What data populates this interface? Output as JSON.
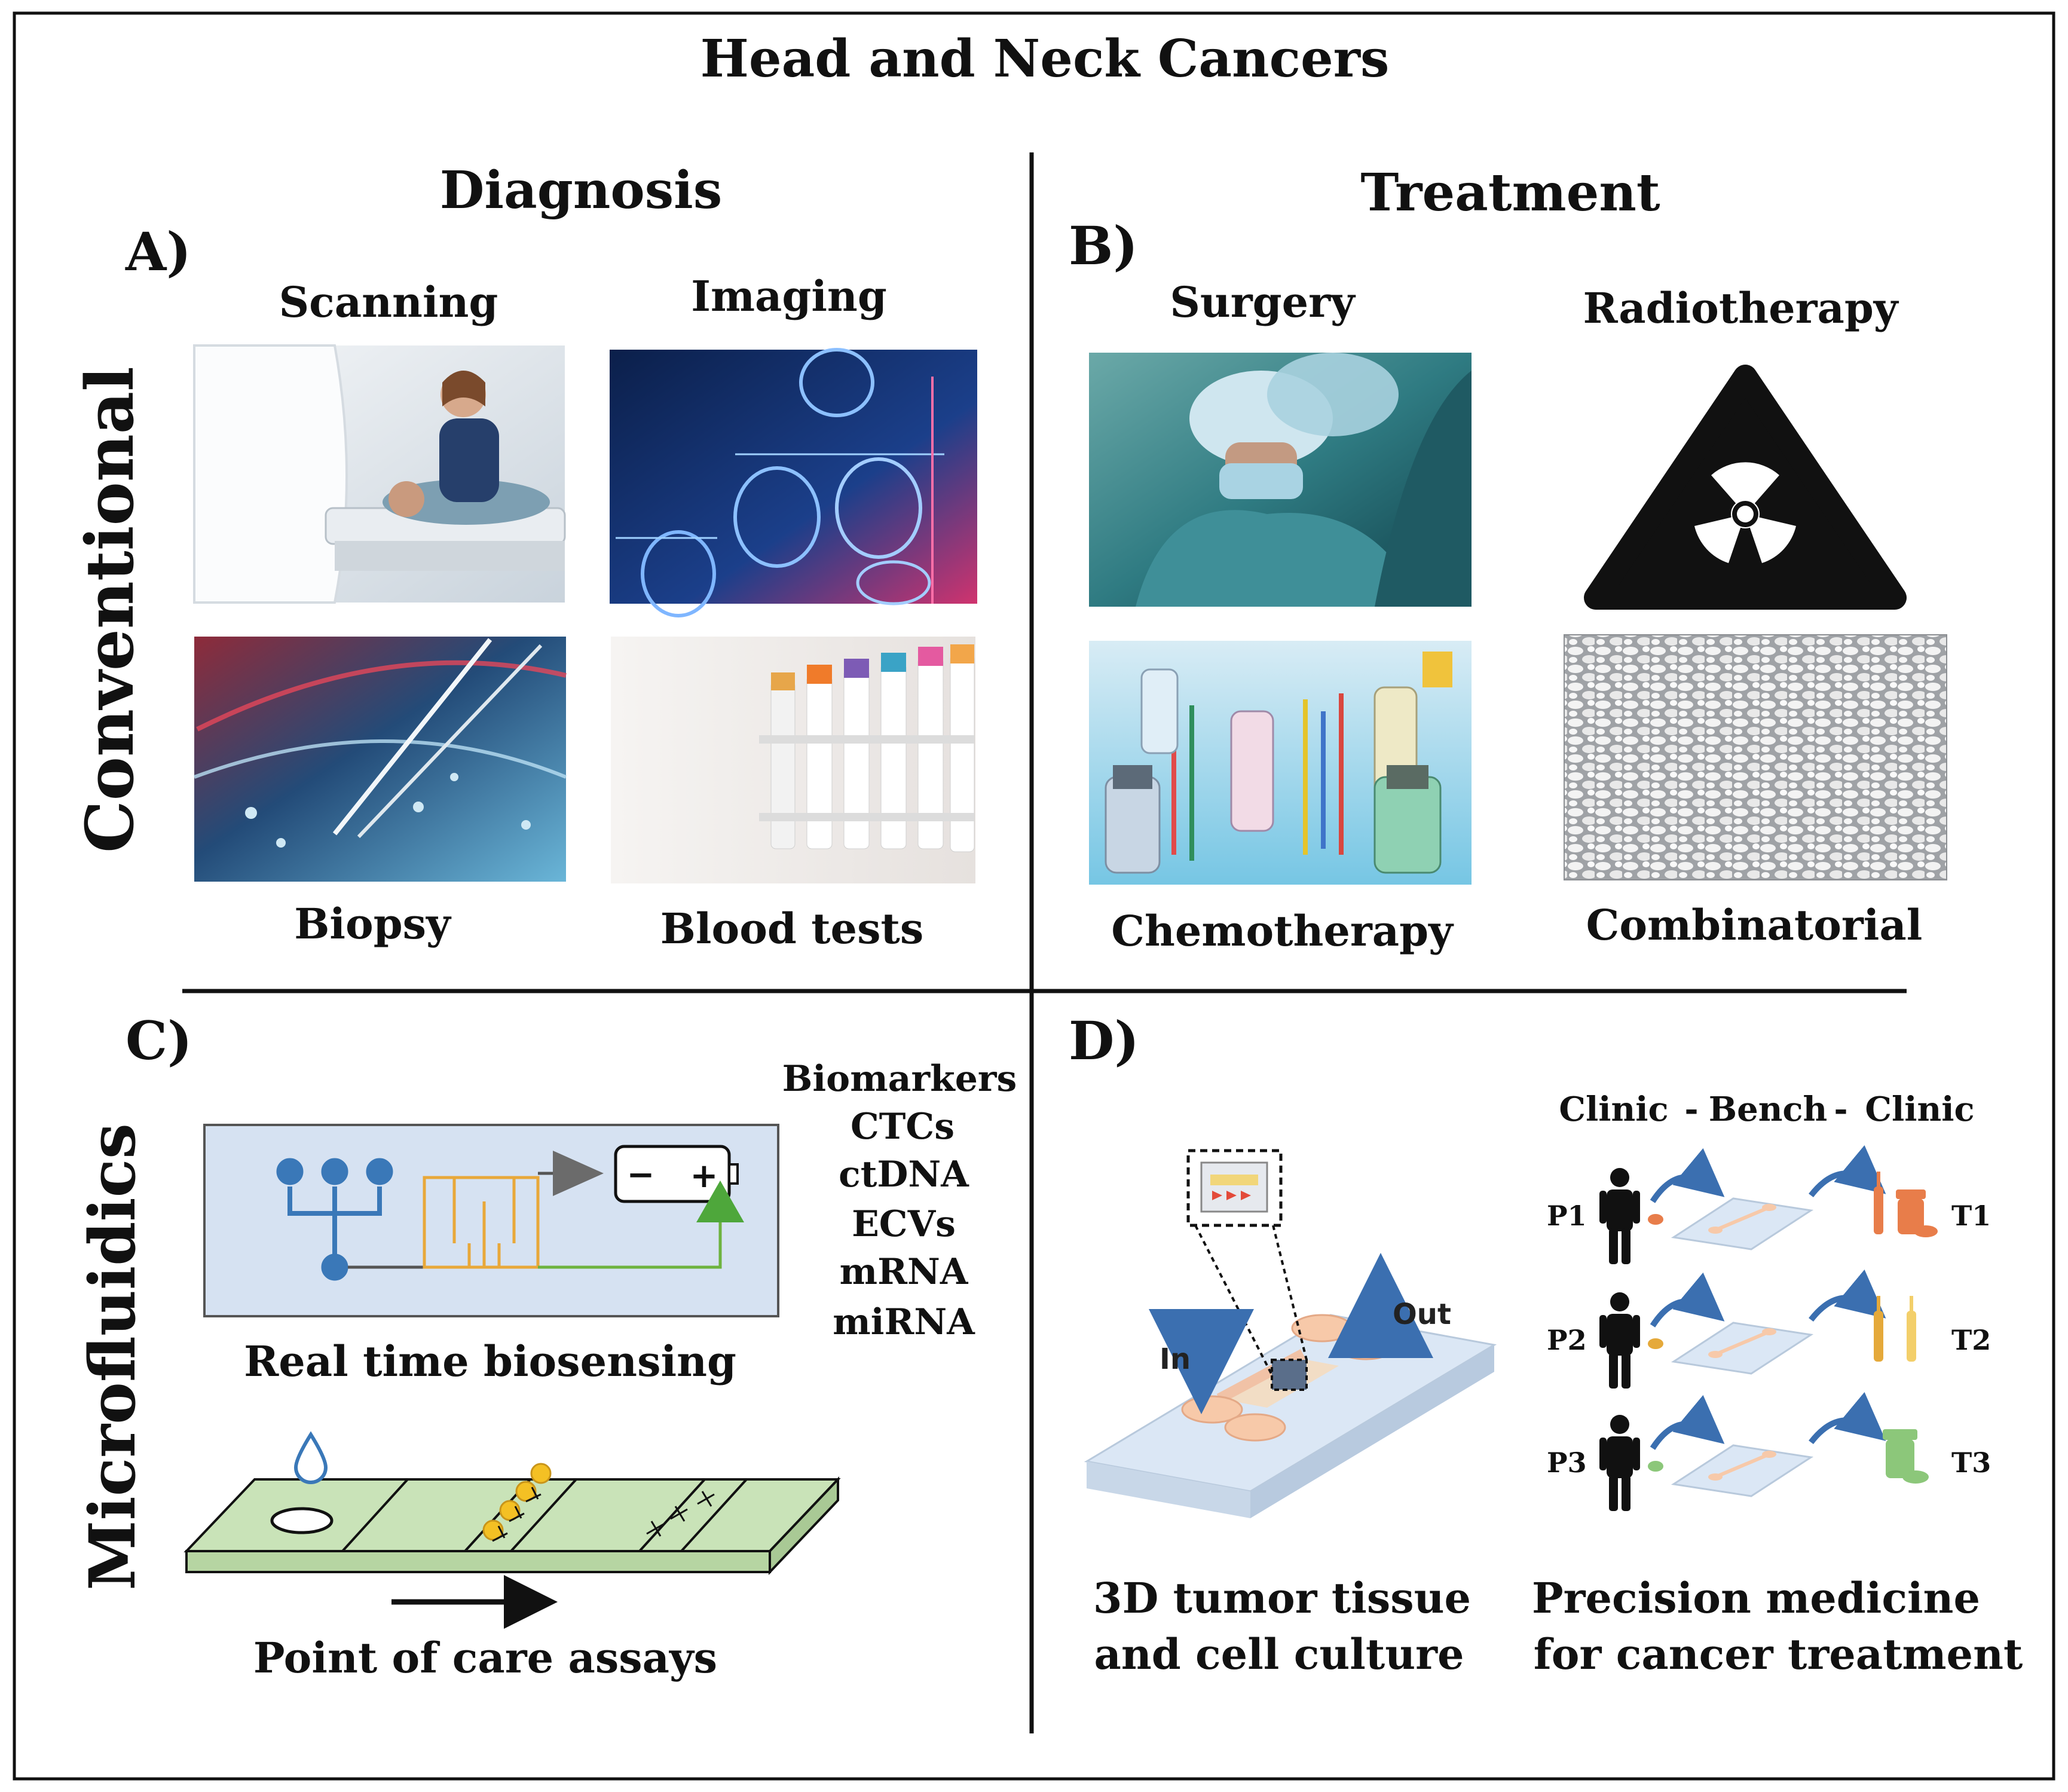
{
  "title": "Head and Neck Cancers",
  "columns": {
    "left": "Diagnosis",
    "right": "Treatment"
  },
  "rows": {
    "top": "Conventional",
    "bottom": "Microfluidics"
  },
  "panel_a": {
    "label": "A)",
    "items": {
      "scanning": "Scanning",
      "imaging": "Imaging",
      "biopsy": "Biopsy",
      "blood_tests": "Blood tests"
    }
  },
  "panel_b": {
    "label": "B)",
    "items": {
      "surgery": "Surgery",
      "radiotherapy": "Radiotherapy",
      "chemotherapy": "Chemotherapy",
      "combinatorial": "Combinatorial"
    }
  },
  "panel_c": {
    "label": "C)",
    "biomarkers": [
      "Biomarkers",
      "CTCs",
      "ctDNA",
      "ECVs",
      "mRNA",
      "miRNA"
    ],
    "sensor_caption": "Real time biosensing",
    "poc_caption": "Point of care assays",
    "battery_minus": "−",
    "battery_plus": "+"
  },
  "panel_d": {
    "label": "D)",
    "in_label": "In",
    "out_label": "Out",
    "culture_caption": [
      "3D tumor tissue",
      "and cell culture"
    ],
    "flow_header": [
      "Clinic",
      "-",
      "Bench",
      "-",
      "Clinic"
    ],
    "patients": [
      {
        "id": "P1",
        "therapy": "T1"
      },
      {
        "id": "P2",
        "therapy": "T2"
      },
      {
        "id": "P3",
        "therapy": "T3"
      }
    ],
    "precision_caption": [
      "Precision medicine",
      "for cancer treatment"
    ]
  },
  "colors": {
    "sensor_bg": "#d6e2f2",
    "electrode": "#e8a83a",
    "fluidic": "#3a78b8",
    "signal": "#6db33f",
    "strip": "#c9e3b8",
    "chip": "#dbe7f5",
    "pad": "#f7c9a9",
    "arrow_blue": "#3b6fb0",
    "t1": "#e87d4a",
    "t2": "#e5a93a",
    "t3": "#8cc77a"
  }
}
